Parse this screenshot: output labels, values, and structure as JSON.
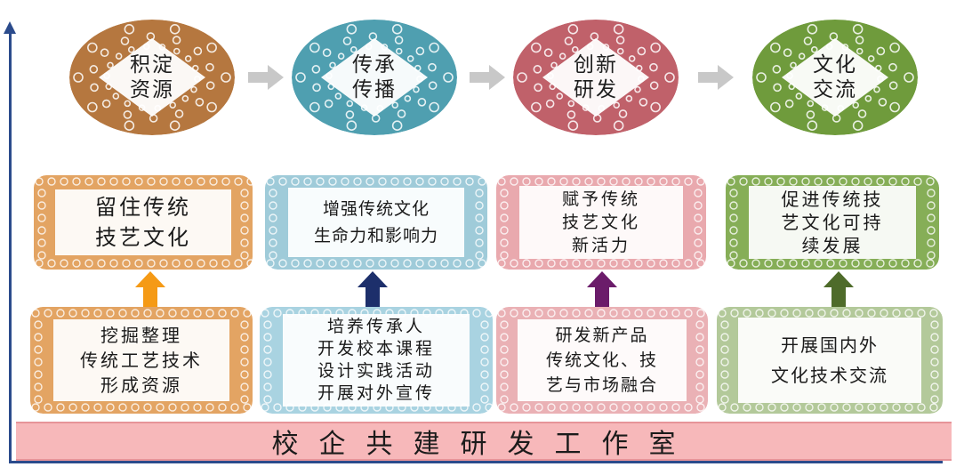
{
  "circles": [
    {
      "line1": "积淀",
      "line2": "资源",
      "color": "#b5773f"
    },
    {
      "line1": "传承",
      "line2": "传播",
      "color": "#4f9fb0"
    },
    {
      "line1": "创新",
      "line2": "研发",
      "color": "#c0616a"
    },
    {
      "line1": "文化",
      "line2": "交流",
      "color": "#6f9b3c"
    }
  ],
  "goals": [
    {
      "lines": [
        "留住传统",
        "技艺文化"
      ],
      "color": "#e3a463"
    },
    {
      "lines": [
        "增强传统文化",
        "生命力和影响力"
      ],
      "color": "#9fcbd9"
    },
    {
      "lines": [
        "赋予传统",
        "技艺文化",
        "新活力"
      ],
      "color": "#e9a9ae"
    },
    {
      "lines": [
        "促进传统技",
        "艺文化可持",
        "续发展"
      ],
      "color": "#86ae57"
    }
  ],
  "actions": [
    {
      "lines": [
        "挖掘整理",
        "传统工艺技术",
        "形成资源"
      ],
      "color": "#e3a463"
    },
    {
      "lines": [
        "培养传承人",
        "开发校本课程",
        "设计实践活动",
        "开展对外宣传"
      ],
      "color": "#a9d3e1"
    },
    {
      "lines": [
        "研发新产品",
        "传统文化、技",
        "艺与市场融合"
      ],
      "color": "#eab1b5"
    },
    {
      "lines": [
        "开展国内外",
        "文化技术交流"
      ],
      "color": "#b3c99a"
    }
  ],
  "arrow_colors": [
    "#f59a16",
    "#1d2f6b",
    "#6b1c6a",
    "#4e6b2a"
  ],
  "flow_arrow_color": "#c8c8c8",
  "foundation": {
    "label": "校企共建研发工作室",
    "color": "#f7b8ba"
  }
}
